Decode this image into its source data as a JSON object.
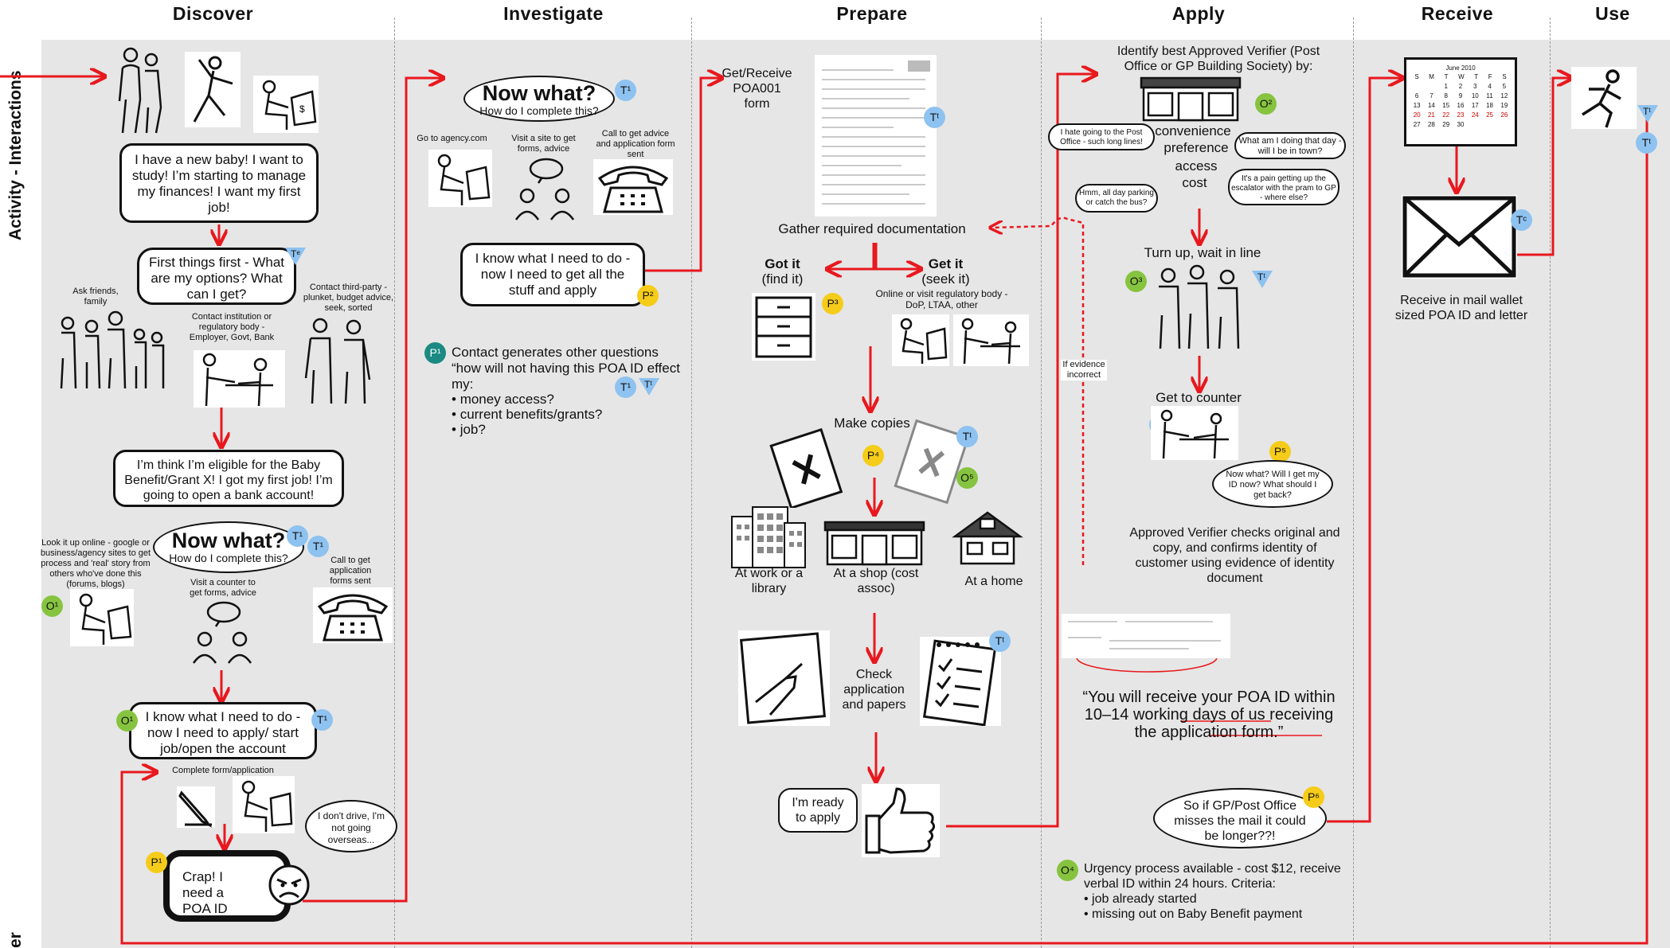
{
  "columns": [
    "Discover",
    "Investigate",
    "Prepare",
    "Apply",
    "Receive",
    "Use"
  ],
  "row_label": "Activity - Interactions",
  "row_label_bottom": "er",
  "discover": {
    "bubble_new_baby": "I have a new baby! I want to study! I’m starting to manage my finances! I want my first job!",
    "bubble_first_things": "First things first - What are my options? What can I get?",
    "ask_friends": "Ask friends, family",
    "contact_institution": "Contact institution or regulatory body - Employer, Govt, Bank",
    "contact_third_party": "Contact third-party - plunket, budget advice, seek, sorted",
    "bubble_eligible": "I’m think I’m eligible for the Baby Benefit/Grant X! I got my first job! I’m going to open a bank account!",
    "now_what": "Now what?",
    "now_what_sub": "How do I complete this?",
    "look_online": "Look it up online - google or business/agency sites to get process and 'real' story from others who've done this (forums, blogs)",
    "visit_counter": "Visit a counter to get forms, advice",
    "call_forms": "Call to get application forms sent",
    "bubble_know": "I know what I need to do - now I need to apply/ start job/open the account",
    "complete_form": "Complete form/application",
    "cloud_drive": "I don't drive, I'm not going overseas...",
    "bubble_crap": "Crap! I need a POA ID"
  },
  "investigate": {
    "now_what": "Now what?",
    "now_what_sub": "How do I complete this?",
    "agency": "Go to agency.com",
    "visit_site": "Visit a site to get forms, advice",
    "call_advice": "Call to get advice and application form sent",
    "bubble_know": "I know what I need to do - now I need to get all the stuff and apply",
    "contact_gen": "Contact generates other questions “how will not having this POA ID effect my:",
    "bullets": [
      "money access?",
      "current benefits/grants?",
      "job?"
    ]
  },
  "prepare": {
    "get_form": "Get/Receive POA001 form",
    "gather": "Gather required documentation",
    "got_it": "Got it",
    "find_it": "(find it)",
    "get_it": "Get it",
    "seek_it": "(seek it)",
    "online_visit": "Online or visit regulatory body - DoP, LTAA, other",
    "make_copies": "Make copies",
    "at_work": "At work or a library",
    "at_shop": "At a shop (cost assoc)",
    "at_home": "At a home",
    "check": "Check application and papers",
    "ready": "I'm ready to apply"
  },
  "apply": {
    "identify": "Identify best Approved Verifier (Post Office or GP Building Society) by:",
    "convenience": "convenience",
    "preference": "preference",
    "access": "access",
    "cost": "cost",
    "hate": "I hate going to the Post Office - such long lines!",
    "what_doing": "What am I doing that day - will I be in town?",
    "hmm": "Hmm, all day parking or catch the bus?",
    "pain": "It's a pain getting up the escalator with the pram to GP - where else?",
    "turn_up": "Turn up, wait in line",
    "if_evidence": "If evidence incorrect",
    "get_counter": "Get to counter",
    "now_what_cloud": "Now what? Will I get my ID now? What should I get back?",
    "verifier_checks": "Approved Verifier checks original and copy, and confirms identity of customer using evidence of identity document",
    "quote": "“You will receive your POA ID within 10–14 working days of us receiving the application form.”",
    "cloud_so_if": "So if GP/Post Office misses the mail it could be longer??!",
    "urgency": "Urgency process available - cost $12, receive verbal ID within 24 hours. Criteria:",
    "urgency_bullets": [
      "job already started",
      "missing out on Baby Benefit payment"
    ]
  },
  "receive": {
    "calendar_title": "June 2010",
    "calendar_days": [
      "S",
      "M",
      "T",
      "W",
      "T",
      "F",
      "S"
    ],
    "receive_mail": "Receive in mail wallet sized POA ID and letter"
  },
  "badges": {
    "T1": "T¹",
    "Te": "Tᵉ",
    "Tt": "Tᵗ",
    "Tc": "Tᶜ",
    "P1": "P¹",
    "P2": "P²",
    "P3": "P³",
    "P4": "P⁴",
    "P5": "P⁵",
    "P6": "P⁶",
    "O1": "O¹",
    "O2": "O²",
    "O3": "O³",
    "O4": "O⁴",
    "O5": "O⁵"
  },
  "colors": {
    "arrow": "#e8181e",
    "band": "#e6e6e6",
    "T": "#8ec2f0",
    "P": "#f6cc1a",
    "O": "#86c440",
    "K": "#1a8a82"
  }
}
